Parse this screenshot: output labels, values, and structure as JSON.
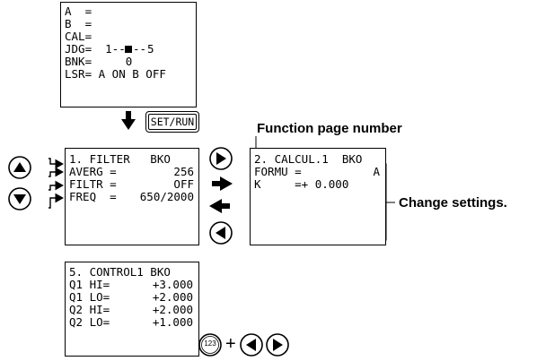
{
  "status_screen": {
    "lines": [
      "A  =",
      "B  =",
      "CAL=",
      "JDG=  1--",
      "BNK=     0",
      "LSR= A ON B OFF"
    ],
    "jdg_end": "5"
  },
  "set_run_key": "SET/RUN",
  "filter_screen": {
    "title": "1. FILTER   BKO",
    "rows": [
      {
        "label": "AVERG =",
        "value": "256"
      },
      {
        "label": "FILTR =",
        "value": "OFF"
      },
      {
        "label": "FREQ  =",
        "value": "650/2000"
      }
    ]
  },
  "calc_screen": {
    "title": "2. CALCUL.1  BKO",
    "rows": [
      {
        "label": "FORMU =",
        "value": "A"
      },
      {
        "label": "K     =+ 0.000",
        "value": ""
      }
    ]
  },
  "control_screen": {
    "title": "5. CONTROL1 BKO",
    "rows": [
      {
        "label": "Q1 HI=",
        "value": "+3.000"
      },
      {
        "label": "Q1 LO=",
        "value": "+2.000"
      },
      {
        "label": "Q2 HI=",
        "value": "+2.000"
      },
      {
        "label": "Q2 LO=",
        "value": "+1.000"
      }
    ]
  },
  "annotations": {
    "function_page_number": "Function page number",
    "change_settings": "Change settings."
  },
  "digit_key_label": "123",
  "plus_sign": "+"
}
